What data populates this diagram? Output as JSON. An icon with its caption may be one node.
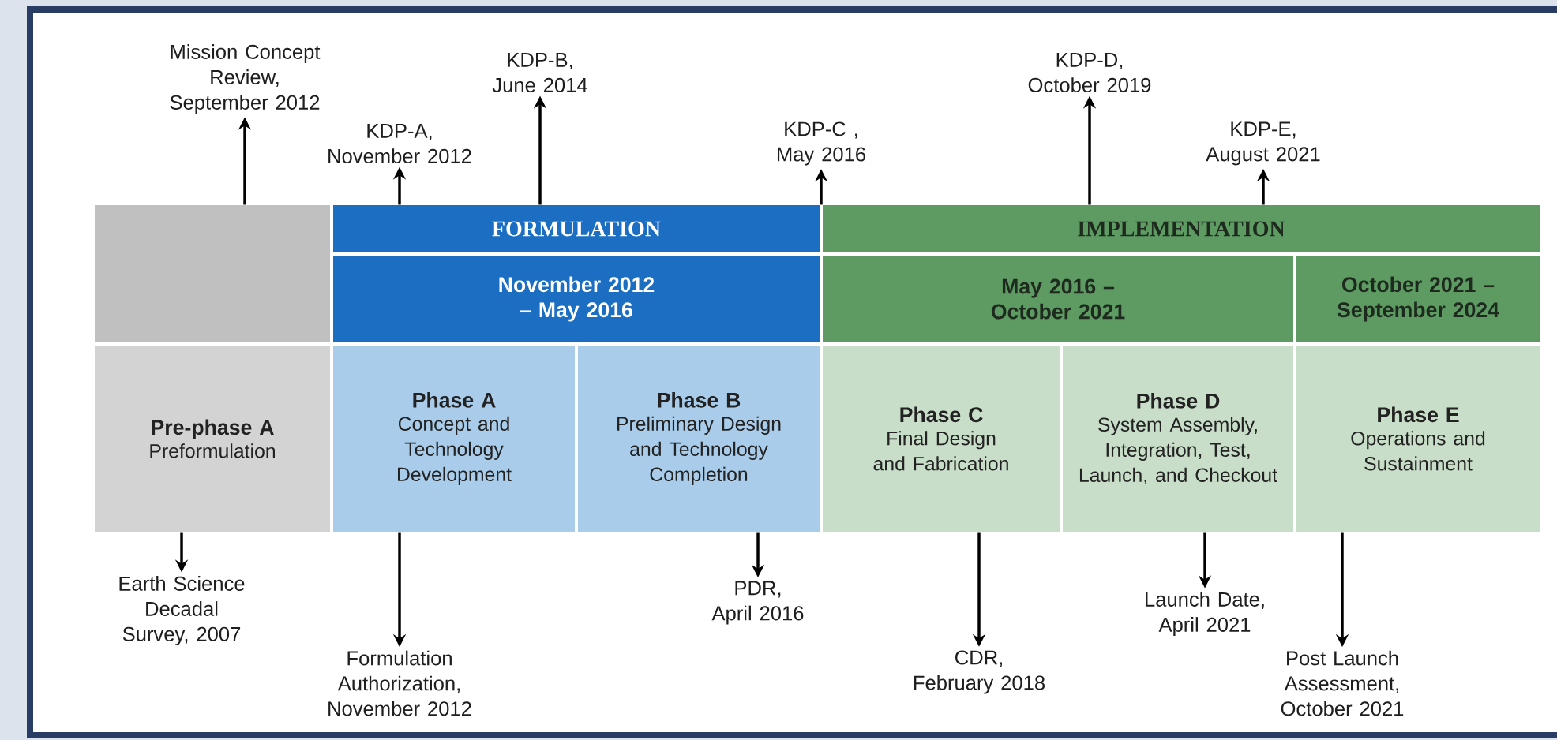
{
  "diagram": {
    "nodes": [
      {
        "text": [
          "Mission Concept Review, September 2012"
        ]
      },
      {
        "text": [
          "KDP-B, June 2014"
        ]
      },
      {
        "text": [
          "KDP-D, October 2019"
        ]
      },
      {
        "text": [
          "KDP-A, November 2012"
        ]
      },
      {
        "text": [
          "KDP-C , May 2016"
        ]
      },
      {
        "text": [
          "KDP-E, August 2021"
        ]
      },
      {
        "text": [],
        "shape": "box"
      },
      {
        "text": [
          "FORMULATION"
        ]
      },
      {
        "text": [
          "IMPLEMENTATION"
        ]
      },
      {
        "text": [
          "November 2012 – May 2016"
        ]
      },
      {
        "text": [
          "May 2016 – October 2021"
        ]
      },
      {
        "text": [
          "October 2021 – September 2024"
        ]
      },
      {
        "text": [
          "Pre-phase A",
          "Preformulation"
        ]
      },
      {
        "text": [
          "Phase A",
          "Concept and Technology Development"
        ]
      },
      {
        "text": [
          "Phase B",
          "Preliminary Design and Technology Completion"
        ]
      },
      {
        "text": [
          "Phase C",
          "Final Design and Fabrication"
        ]
      },
      {
        "text": [
          "Phase D",
          "System Assembly, Integration, Test, Launch, and Checkout"
        ]
      },
      {
        "text": [
          "Phase E",
          "Operations and Sustainment"
        ]
      },
      {
        "text": [
          "Earth Science Decadal Survey, 2007"
        ]
      },
      {
        "text": [
          "PDR, April 2016"
        ]
      },
      {
        "text": [
          "Launch Date, April 2021"
        ]
      },
      {
        "text": [
          "Formulation Authorization, November 2012"
        ]
      },
      {
        "text": [
          "Post Launch Assessment, October 2021"
        ]
      },
      {
        "text": [
          "CDR, February 2018"
        ]
      }
    ],
    "edges": [
      {
        "from": 6,
        "to": 0,
        "arrow": "to"
      },
      {
        "from": 7,
        "to": 3,
        "arrow": "to"
      },
      {
        "from": 7,
        "to": 1,
        "arrow": "to"
      },
      {
        "from": 8,
        "to": 4,
        "arrow": "to"
      },
      {
        "from": 8,
        "to": 2,
        "arrow": "to"
      },
      {
        "from": 8,
        "to": 5,
        "arrow": "to"
      },
      {
        "from": 12,
        "to": 18,
        "arrow": "to"
      },
      {
        "from": 13,
        "to": 21,
        "arrow": "to"
      },
      {
        "from": 14,
        "to": 19,
        "arrow": "to"
      },
      {
        "from": 15,
        "to": 23,
        "arrow": "to"
      },
      {
        "from": 16,
        "to": 20,
        "arrow": "to"
      },
      {
        "from": 17,
        "to": 22,
        "arrow": "to"
      }
    ]
  }
}
